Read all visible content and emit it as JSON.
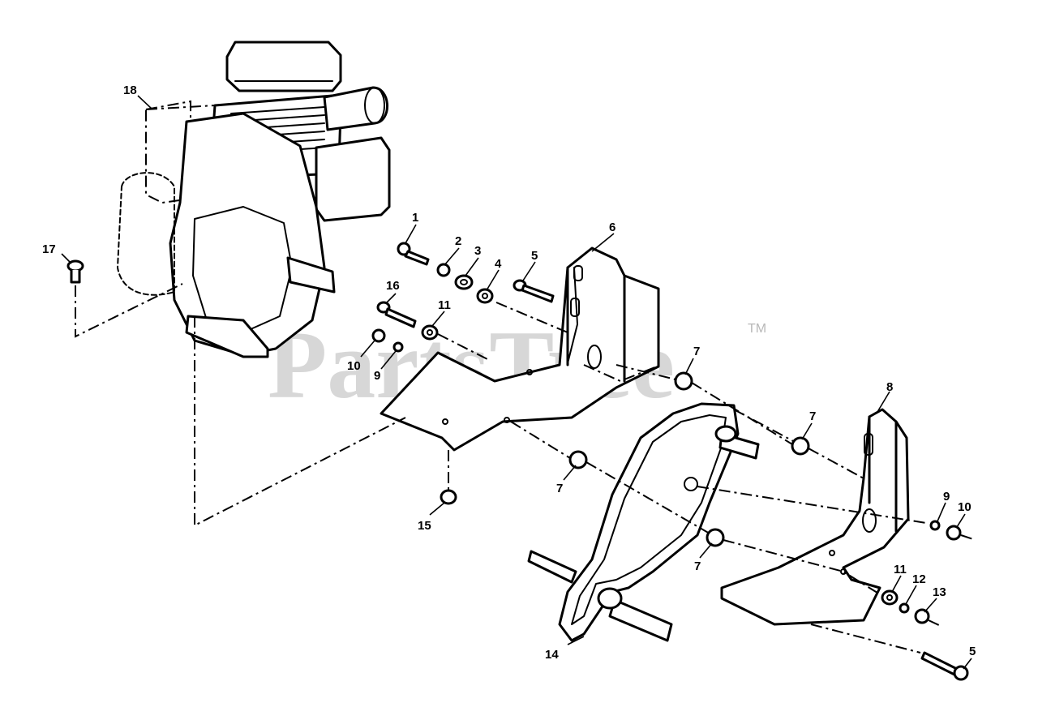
{
  "watermark": {
    "text": "PartsTree",
    "mark": "TM"
  },
  "callouts": [
    {
      "label": "1"
    },
    {
      "label": "2"
    },
    {
      "label": "3"
    },
    {
      "label": "4"
    },
    {
      "label": "5"
    },
    {
      "label": "6"
    },
    {
      "label": "16"
    },
    {
      "label": "11"
    },
    {
      "label": "10"
    },
    {
      "label": "9"
    },
    {
      "label": "7"
    },
    {
      "label": "7"
    },
    {
      "label": "8"
    },
    {
      "label": "7"
    },
    {
      "label": "9"
    },
    {
      "label": "10"
    },
    {
      "label": "15"
    },
    {
      "label": "7"
    },
    {
      "label": "11"
    },
    {
      "label": "12"
    },
    {
      "label": "13"
    },
    {
      "label": "14"
    },
    {
      "label": "5"
    },
    {
      "label": "17"
    },
    {
      "label": "18"
    }
  ]
}
